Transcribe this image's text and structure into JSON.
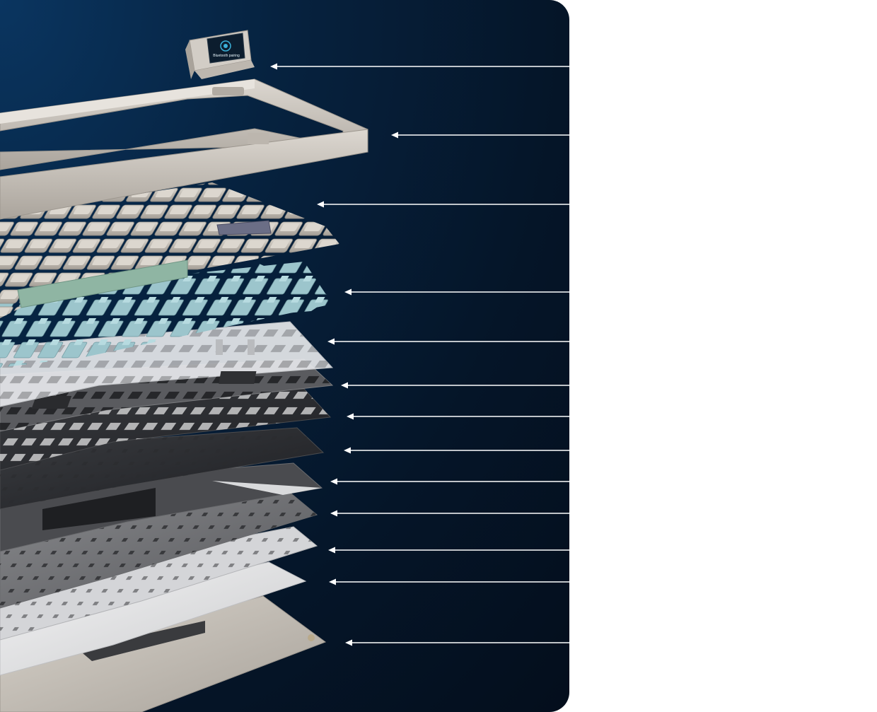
{
  "display_module": {
    "screen_text": "Bluetooth pairing",
    "screen_color": "#3bb0d8"
  },
  "colors": {
    "case": "#cfcac4",
    "keycap": "#c9c4bc",
    "accent_keycap": "#8fb5a3",
    "switch": "#9cc5cc",
    "plate_dark": "#2a2c30",
    "plate_light": "#e8e8ea",
    "line": "#ffffff"
  },
  "callouts": [
    {
      "name": "callout-display"
    },
    {
      "name": "callout-top-frame"
    },
    {
      "name": "callout-keycaps"
    },
    {
      "name": "callout-switches"
    },
    {
      "name": "callout-stabilizer-plate"
    },
    {
      "name": "callout-switch-pad"
    },
    {
      "name": "callout-plate"
    },
    {
      "name": "callout-plate-foam"
    },
    {
      "name": "callout-pcb-film"
    },
    {
      "name": "callout-pcb"
    },
    {
      "name": "callout-bottom-foam"
    },
    {
      "name": "callout-case-foam"
    },
    {
      "name": "callout-bottom-case"
    }
  ]
}
